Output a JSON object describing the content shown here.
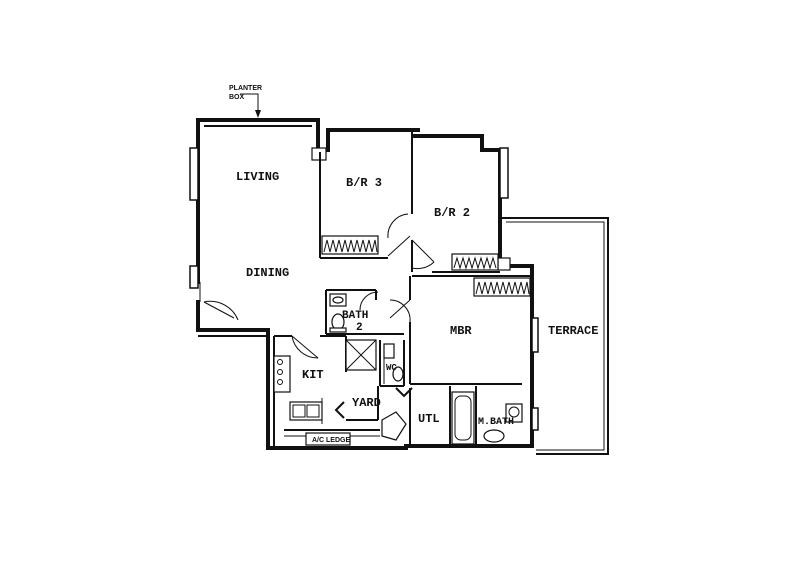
{
  "rooms": {
    "living": "LIVING",
    "br3": "B/R 3",
    "br2": "B/R 2",
    "dining": "DINING",
    "bath2_line1": "BATH",
    "bath2_line2": "2",
    "mbr": "MBR",
    "terrace": "TERRACE",
    "kit": "KIT",
    "wc": "WC",
    "yard": "YARD",
    "utl": "UTL",
    "mbath": "M.BATH"
  },
  "annotations": {
    "planter_line1": "PLANTER",
    "planter_line2": "BOX",
    "ac_ledge": "A/C LEDGE"
  }
}
